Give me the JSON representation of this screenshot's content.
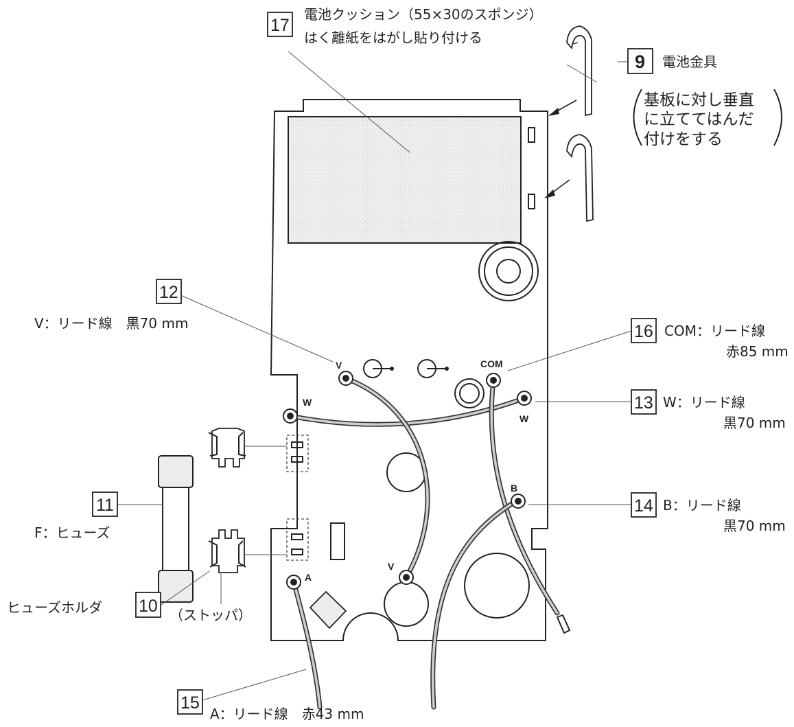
{
  "labels": {
    "item17": {
      "num": "17",
      "line1": "電池クッション（55×30のスポンジ）",
      "line2": "はく離紙をはがし貼り付ける"
    },
    "item9": {
      "num": "9",
      "text": "電池金具"
    },
    "note9": {
      "line1": "基板に対し垂直",
      "line2": "に立ててはんだ",
      "line3": "付けをする"
    },
    "item12": {
      "num": "12",
      "text": "V：リード線　黒70 mm"
    },
    "item16": {
      "num": "16",
      "line1": "COM：リード線",
      "line2": "赤85 mm"
    },
    "item13": {
      "num": "13",
      "line1": "W：リード線",
      "line2": "黒70 mm"
    },
    "item11": {
      "num": "11",
      "text": "F：ヒューズ"
    },
    "item14": {
      "num": "14",
      "line1": "B：リード線",
      "line2": "黒70 mm"
    },
    "item10": {
      "num": "10",
      "text": "ヒューズホルダ",
      "stopper": "（ストッパ）"
    },
    "item15": {
      "num": "15",
      "text": "A：リード線　赤43 mm"
    }
  },
  "board_marks": {
    "v_top": "V",
    "com": "COM",
    "w_left": "W",
    "w_right": "W",
    "b": "B",
    "v_bottom": "V",
    "a": "A"
  }
}
